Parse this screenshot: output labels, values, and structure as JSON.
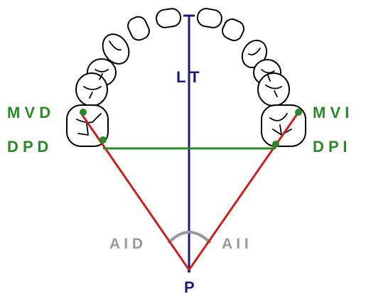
{
  "labels": {
    "lt": "L T",
    "mvd": "M V D",
    "dpd": "D P D",
    "mvi": "M V I",
    "dpi": "D P I",
    "aid": "A I D",
    "aii": "A I I",
    "p": "P"
  },
  "colors": {
    "midline": "#1b1b7a",
    "red_lines": "#cc1f1f",
    "green": "#2a8a2a",
    "angle_arc": "#999999",
    "outline": "#000000"
  },
  "icons": {
    "teeth": "dental-arch-teeth"
  }
}
